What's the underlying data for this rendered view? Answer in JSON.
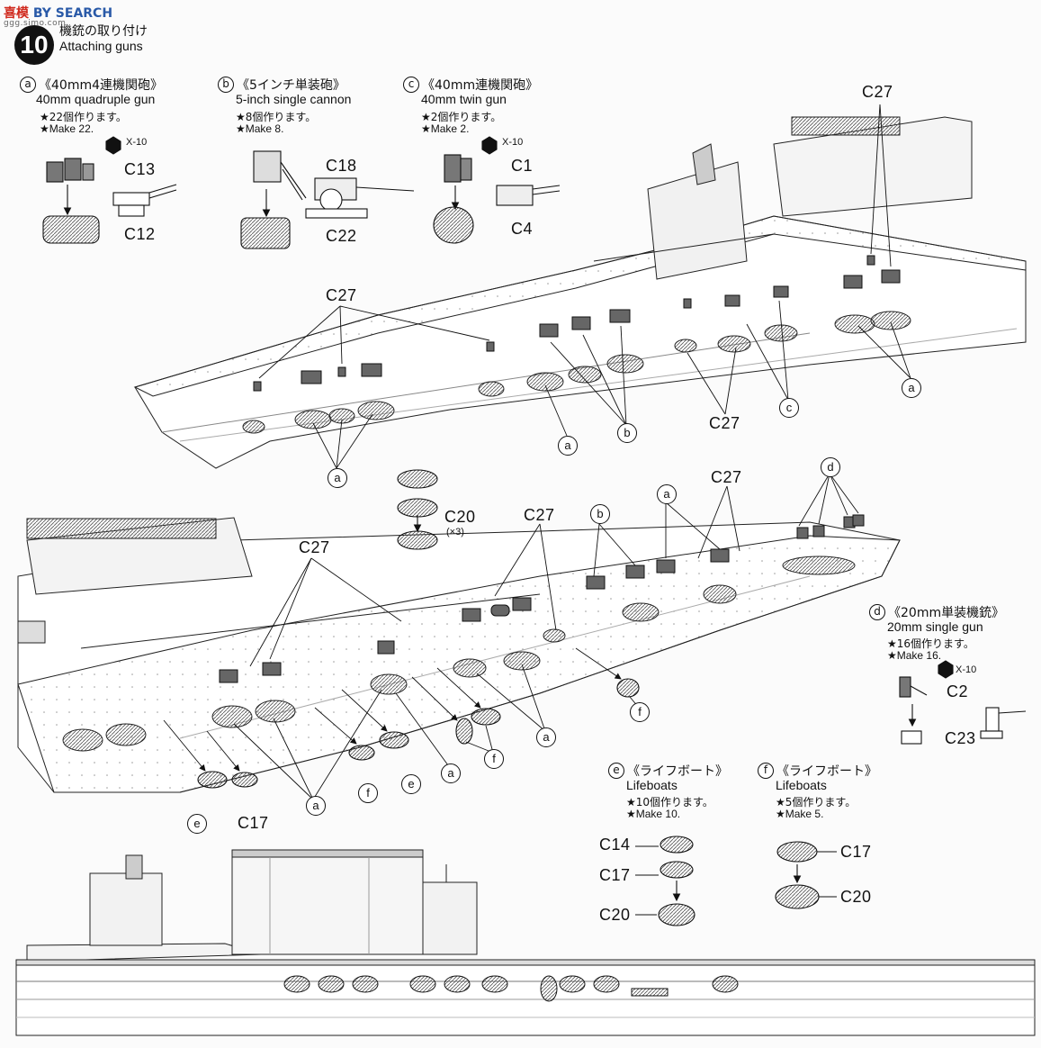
{
  "watermark": {
    "logo": "喜模",
    "brand": "BY SEARCH",
    "url": "ggg.simo.com"
  },
  "step": {
    "number": "10",
    "title_jp": "機銃の取り付け",
    "title_en": "Attaching guns"
  },
  "sections": {
    "a": {
      "letter": "a",
      "name_jp": "《40mm4連機関砲》",
      "name_en": "40mm quadruple gun",
      "make_jp": "★22個作ります。",
      "make_en": "★Make 22.",
      "parts": [
        "X-10",
        "C13",
        "C12"
      ]
    },
    "b": {
      "letter": "b",
      "name_jp": "《5インチ単装砲》",
      "name_en": "5-inch single cannon",
      "make_jp": "★8個作ります。",
      "make_en": "★Make 8.",
      "parts": [
        "C18",
        "C22"
      ]
    },
    "c": {
      "letter": "c",
      "name_jp": "《40mm連機関砲》",
      "name_en": "40mm twin gun",
      "make_jp": "★2個作ります。",
      "make_en": "★Make 2.",
      "parts": [
        "X-10",
        "C1",
        "C4"
      ]
    },
    "d": {
      "letter": "d",
      "name_jp": "《20mm単装機銃》",
      "name_en": "20mm single gun",
      "make_jp": "★16個作ります。",
      "make_en": "★Make 16.",
      "parts": [
        "X-10",
        "C2",
        "C23"
      ]
    },
    "e": {
      "letter": "e",
      "name_jp": "《ライフボート》",
      "name_en": "Lifeboats",
      "make_jp": "★10個作ります。",
      "make_en": "★Make 10.",
      "parts": [
        "C14",
        "C17",
        "C20"
      ]
    },
    "f": {
      "letter": "f",
      "name_jp": "《ライフボート》",
      "name_en": "Lifeboats",
      "make_jp": "★5個作ります。",
      "make_en": "★Make 5.",
      "parts": [
        "C17",
        "C20"
      ]
    }
  },
  "callouts": {
    "c27": "C27",
    "c20": "C20",
    "c20_qty": "(×3)",
    "c17": "C17",
    "a": "a",
    "b": "b",
    "c": "c",
    "d": "d",
    "e": "e",
    "f": "f"
  }
}
